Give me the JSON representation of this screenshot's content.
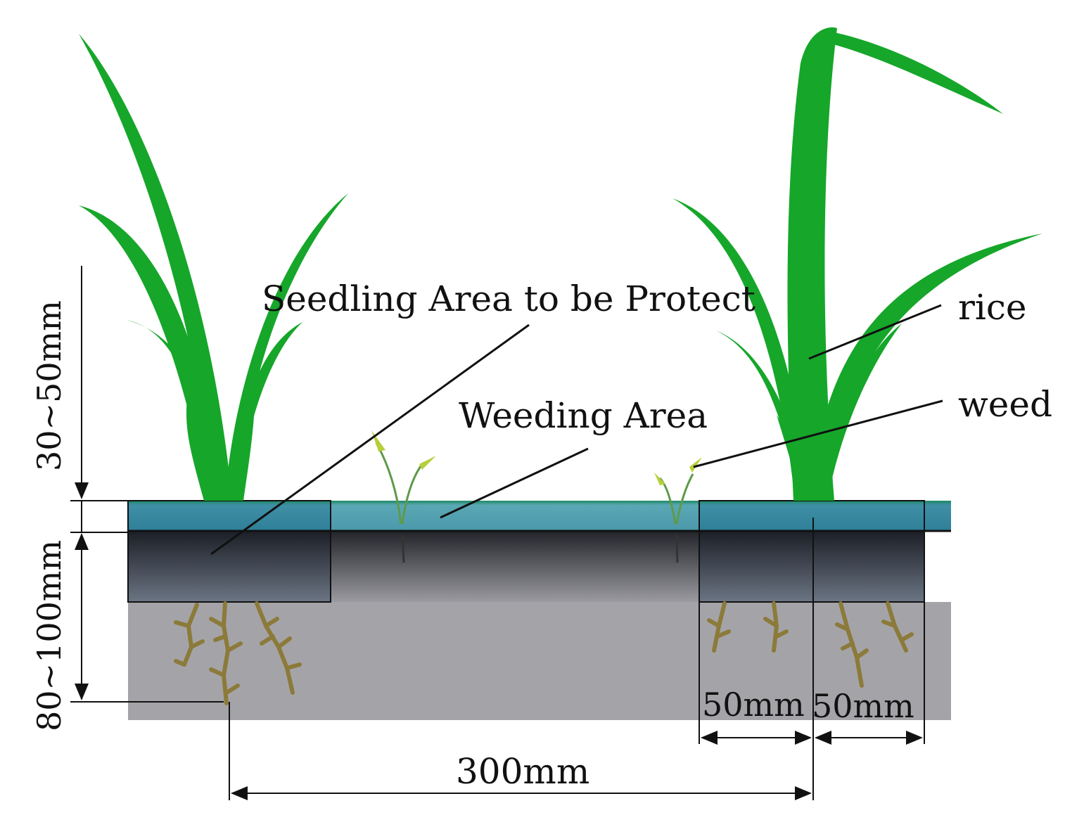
{
  "labels": {
    "seedling_area": "Seedling Area to be Protect",
    "weeding_area": "Weeding Area",
    "rice": "rice",
    "weed": "weed"
  },
  "dimensions": {
    "water_depth": "30~50mm",
    "soil_depth": "80~100mm",
    "row_spacing": "300mm",
    "left_margin": "50mm",
    "right_margin": "50mm"
  },
  "colors": {
    "rice_leaf": "#16a62a",
    "weed_leaf": "#b6cf3a",
    "water": "#3f8fa6",
    "water_top": "#1e8a63",
    "mud_dark": "#1b1e26",
    "mud_light": "#8e9098",
    "subsoil": "#a4a4a8",
    "root": "#8c7a3a",
    "line": "#111111"
  }
}
